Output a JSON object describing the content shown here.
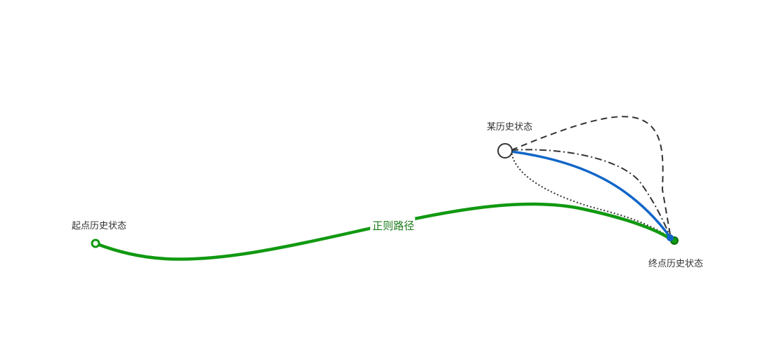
{
  "nodes": {
    "start": {
      "label": "起点历史状态"
    },
    "some": {
      "label": "某历史状态"
    },
    "end": {
      "label": "终点历史状态"
    }
  },
  "paths": {
    "regular": {
      "label": "正则路径",
      "color": "#119911"
    },
    "highlight": {
      "color": "#1166c8"
    },
    "alternate": {
      "color": "#333333"
    }
  }
}
